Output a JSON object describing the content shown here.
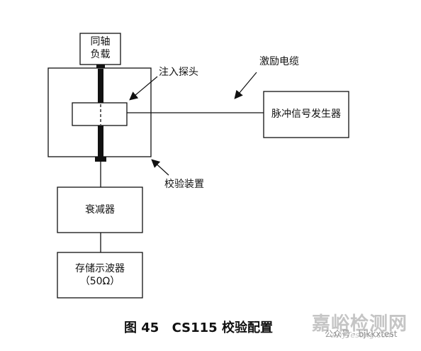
{
  "labels": {
    "coax_load_line1": "同轴",
    "coax_load_line2": "负载",
    "injection_probe": "注入探头",
    "excitation_cable": "激励电缆",
    "pulse_generator": "脉冲信号发生器",
    "calibration_fixture": "校验装置",
    "attenuator": "衰减器",
    "scope_line1": "存储示波器",
    "scope_line2": "（50Ω）"
  },
  "caption": {
    "figure_no": "图 45",
    "title": "CS115 校验配置"
  },
  "watermark": {
    "site": "嘉峪检测网",
    "site_en": "AnyTesting.com",
    "wechat": "公众号 · bjkkxtest"
  }
}
